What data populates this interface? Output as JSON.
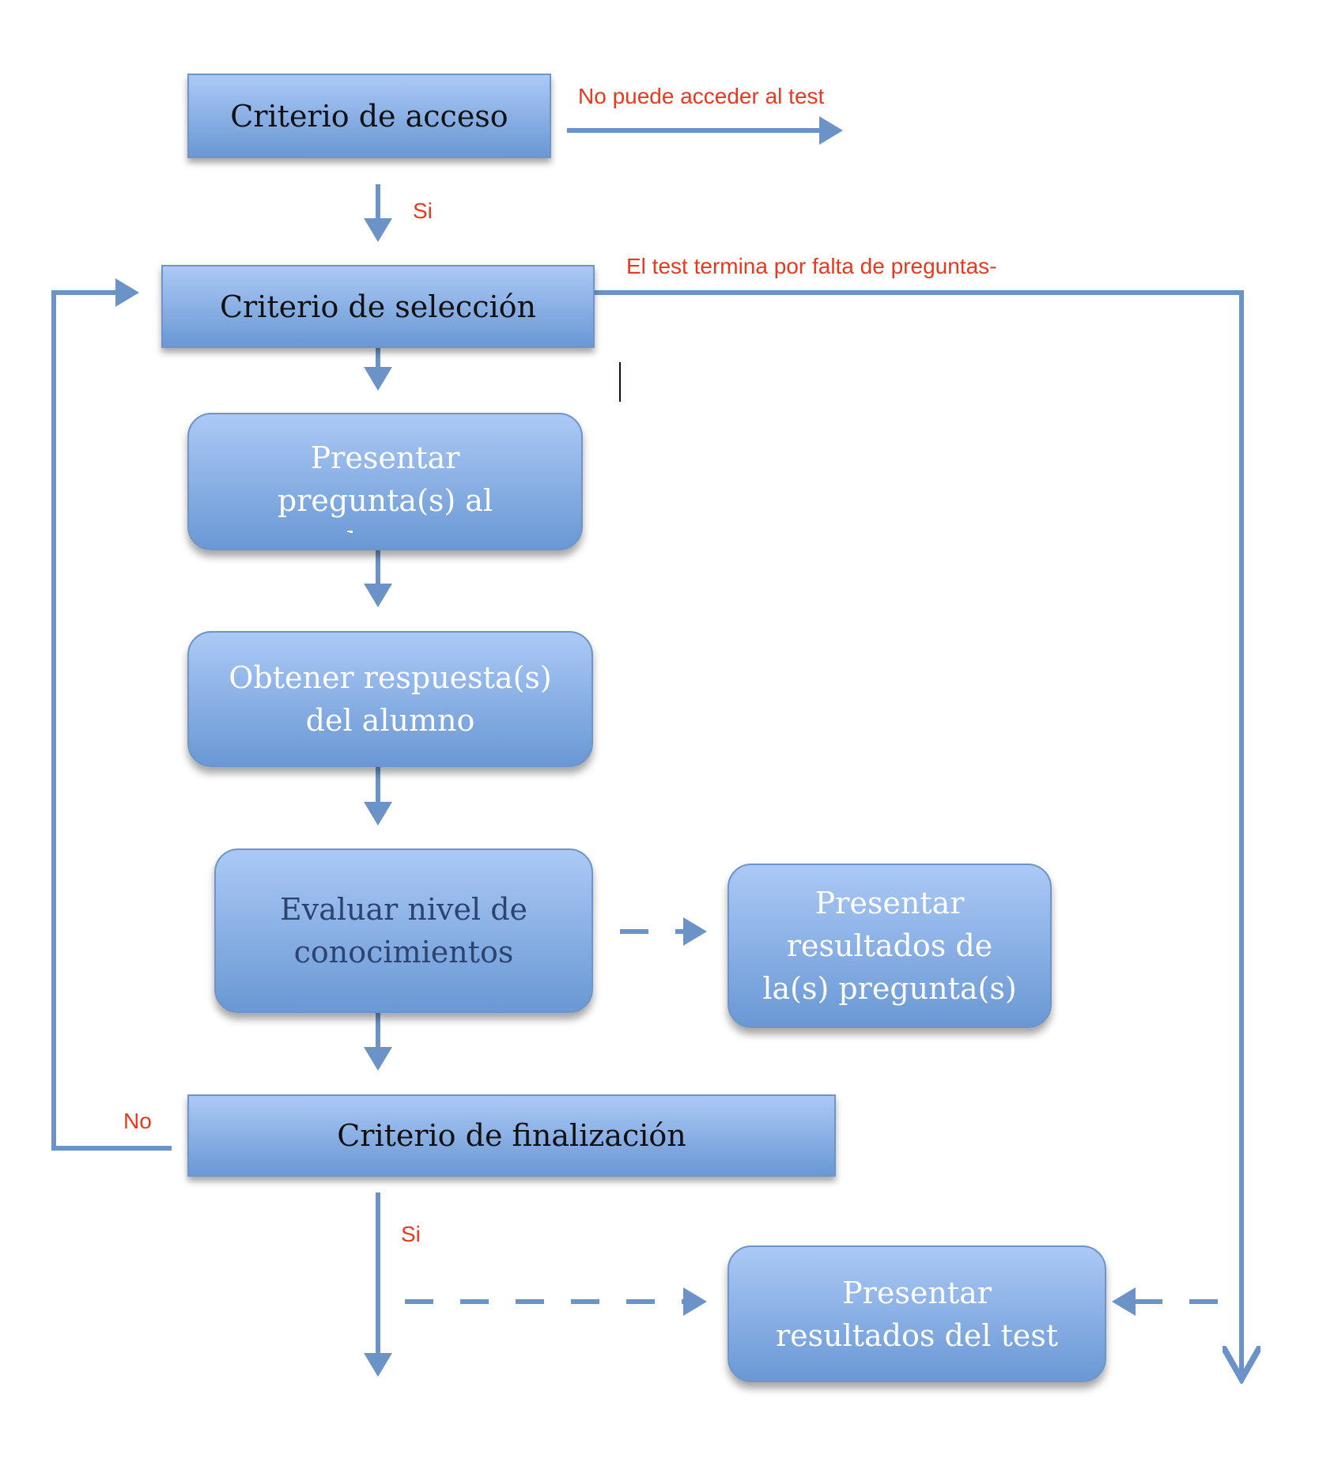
{
  "colors": {
    "connector": "#6b93c8",
    "label": "#e8391f",
    "box_top": "#abc9f6",
    "box_bottom": "#6a98d4"
  },
  "nodes": {
    "acceso": {
      "lines": [
        "Criterio de acceso"
      ]
    },
    "seleccion": {
      "lines": [
        "Criterio de selección"
      ]
    },
    "presentar_pregunta": {
      "lines": [
        "Presentar",
        "pregunta(s) al",
        "alumno"
      ]
    },
    "obtener": {
      "lines": [
        "Obtener respuesta(s)",
        "del alumno"
      ]
    },
    "evaluar": {
      "lines": [
        "Evaluar nivel de",
        "conocimientos"
      ]
    },
    "resultados_pregunta": {
      "lines": [
        "Presentar",
        "resultados de",
        "la(s) pregunta(s)"
      ]
    },
    "finalizacion": {
      "lines": [
        "Criterio de finalización"
      ]
    },
    "resultados_test": {
      "lines": [
        "Presentar",
        "resultados del test"
      ]
    }
  },
  "labels": {
    "no_acceso": "No puede acceder al test",
    "si_acceso": "Si",
    "falta_preguntas": "El test termina por falta de preguntas-",
    "no_fin": "No",
    "si_fin": "Si"
  }
}
